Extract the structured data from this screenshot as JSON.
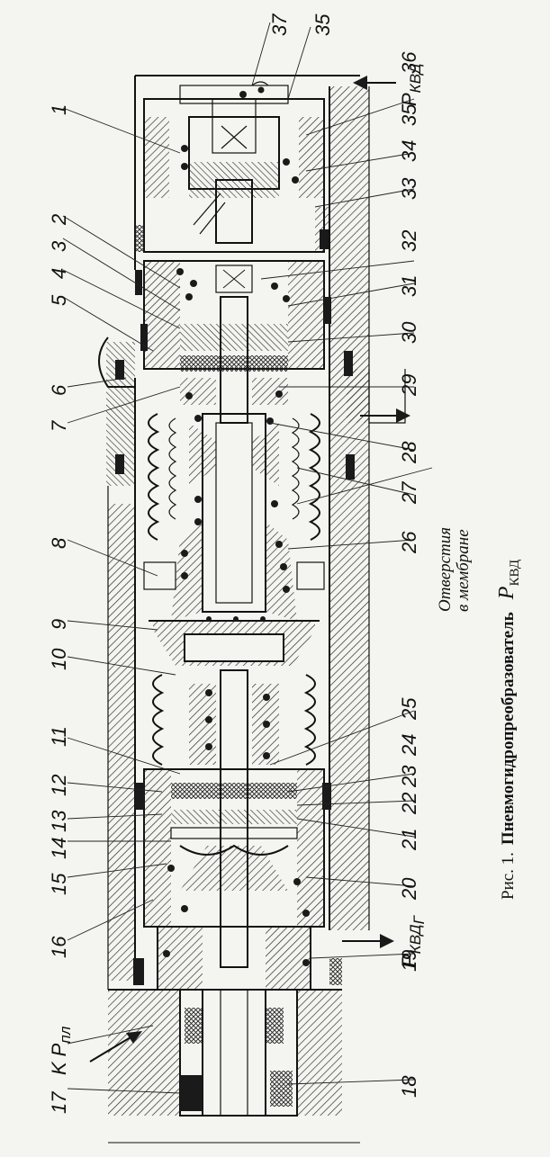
{
  "figure": {
    "caption_prefix": "Рис. 1.",
    "caption_title": "Пневмогидропреобразователь",
    "caption_symbol": "P",
    "caption_subscript": "КВД",
    "membrane_note_line1": "Отверстия",
    "membrane_note_line2": "в мембране"
  },
  "ports": {
    "top_symbol": "P",
    "top_subscript": "КВД",
    "right_symbol": "P",
    "right_subscript": "КВД",
    "right_subsub": "Г",
    "left_prefix": "K",
    "left_symbol": "P",
    "left_subscript": "пл"
  },
  "left_labels": [
    "1",
    "2",
    "3",
    "4",
    "5",
    "6",
    "7",
    "8",
    "9",
    "10",
    "11",
    "12",
    "13",
    "14",
    "15",
    "16",
    "17"
  ],
  "right_labels": [
    "36",
    "35",
    "34",
    "33",
    "32",
    "31",
    "30",
    "29",
    "28",
    "27",
    "26",
    "25",
    "24",
    "23",
    "22",
    "21",
    "20",
    "19",
    "18"
  ],
  "top_extra_labels": [
    "37",
    "35"
  ],
  "colors": {
    "ink": "#111111",
    "paper": "#f4f4f0"
  }
}
